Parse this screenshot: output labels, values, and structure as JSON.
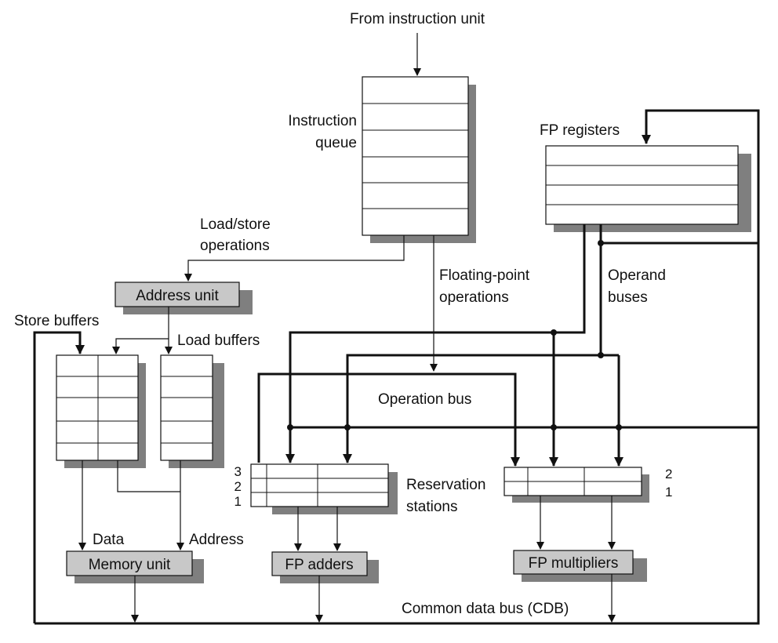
{
  "labels": {
    "from_instruction_unit": "From instruction unit",
    "instruction_queue_line1": "Instruction",
    "instruction_queue_line2": "queue",
    "fp_registers": "FP registers",
    "load_store_line1": "Load/store",
    "load_store_line2": "operations",
    "floating_point_line1": "Floating-point",
    "floating_point_line2": "operations",
    "operand_buses_line1": "Operand",
    "operand_buses_line2": "buses",
    "address_unit": "Address unit",
    "store_buffers": "Store buffers",
    "load_buffers": "Load buffers",
    "operation_bus": "Operation bus",
    "reservation_stations_line1": "Reservation",
    "reservation_stations_line2": "stations",
    "data": "Data",
    "address": "Address",
    "memory_unit": "Memory unit",
    "fp_adders": "FP adders",
    "fp_multipliers": "FP multipliers",
    "common_data_bus": "Common data bus (CDB)"
  },
  "adder_station_numbers": [
    "3",
    "2",
    "1"
  ],
  "multiplier_station_numbers": [
    "2",
    "1"
  ]
}
